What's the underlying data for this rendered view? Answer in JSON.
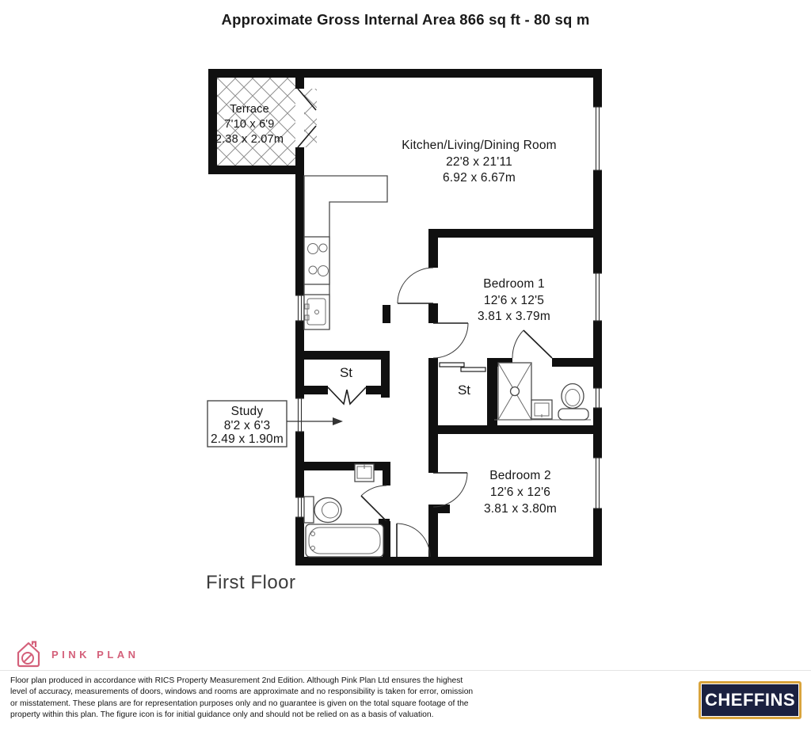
{
  "title": "Approximate Gross Internal Area 866 sq ft - 80 sq m",
  "floor_label": "First Floor",
  "rooms": {
    "terrace": {
      "name": "Terrace",
      "imperial": "7'10 x 6'9",
      "metric": "2.38 x 2.07m"
    },
    "kitchen": {
      "name": "Kitchen/Living/Dining Room",
      "imperial": "22'8 x 21'11",
      "metric": "6.92 x 6.67m"
    },
    "bedroom1": {
      "name": "Bedroom 1",
      "imperial": "12'6 x 12'5",
      "metric": "3.81 x 3.79m"
    },
    "bedroom2": {
      "name": "Bedroom 2",
      "imperial": "12'6 x 12'6",
      "metric": "3.81 x 3.80m"
    },
    "study": {
      "name": "Study",
      "imperial": "8'2 x 6'3",
      "metric": "2.49 x 1.90m"
    },
    "storage1": {
      "abbr": "St"
    },
    "storage2": {
      "abbr": "St"
    }
  },
  "footer": {
    "brand": "PINK PLAN",
    "disclaimer_lines": [
      "Floor plan produced in accordance with RICS Property Measurement 2nd Edition. Although Pink Plan Ltd ensures the highest",
      "level of accuracy, measurements of doors, windows and rooms are approximate and no responsibility is taken for error, omission",
      "or misstatement. These plans are for representation purposes only and no guarantee is given on the total square footage of the",
      "property within this plan. The figure icon is for initial guidance only and should not be relied on as a basis of valuation."
    ],
    "agent_logo": "CHEFFINS"
  },
  "colors": {
    "pink": "#d4607a",
    "navy": "#1b2140",
    "gold": "#d9a43c"
  }
}
